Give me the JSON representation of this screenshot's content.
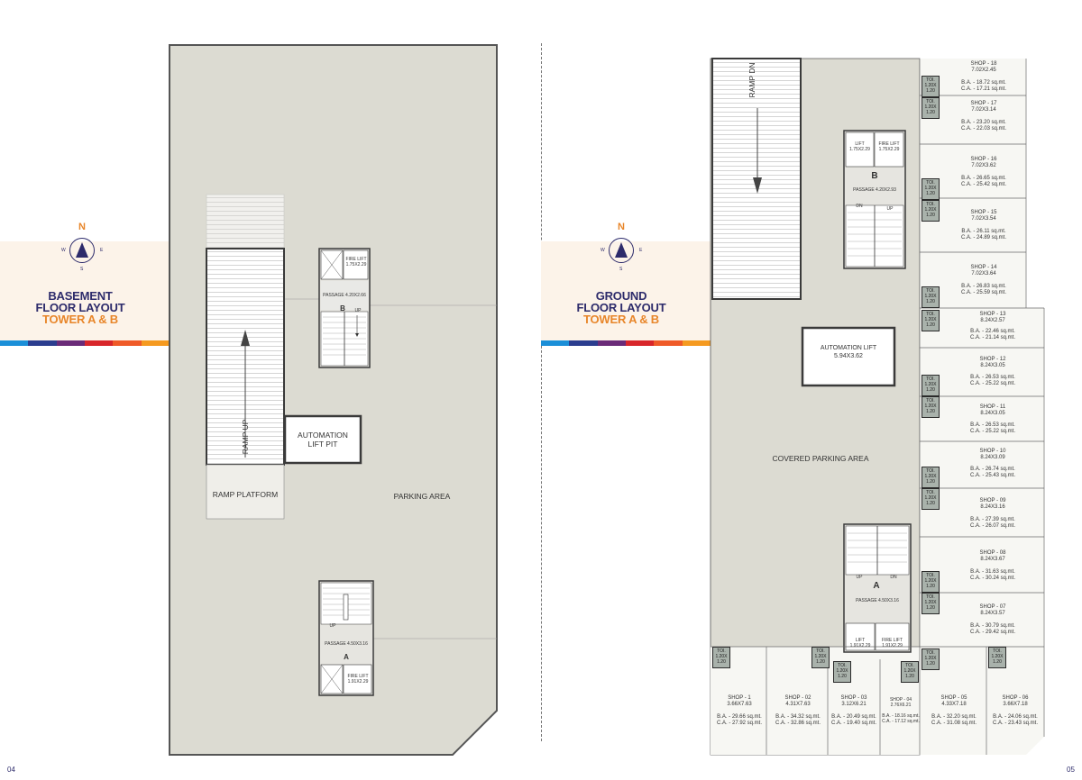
{
  "left_page": {
    "title_line1": "BASEMENT",
    "title_line2": "FLOOR LAYOUT",
    "title_line3": "TOWER A & B",
    "page_number": "04",
    "compass": {
      "n": "N",
      "w": "W",
      "e": "E",
      "s": "S"
    },
    "labels": {
      "fire_lift_b": "FIRE LIFT 1.75X2.29",
      "passage_b": "PASSAGE 4.20X2.66",
      "b": "B",
      "up_b": "UP",
      "ramp_up": "RAMP UP",
      "automation_lift_pit": "AUTOMATION LIFT PIT",
      "ramp_platform": "RAMP PLATFORM",
      "parking_area": "PARKING AREA",
      "up_a": "UP",
      "passage_a": "PASSAGE 4.50X3.16",
      "a": "A",
      "fire_lift_a": "FIRE LIFT 1.91X2.29"
    }
  },
  "right_page": {
    "title_line1": "GROUND",
    "title_line2": "FLOOR LAYOUT",
    "title_line3": "TOWER A & B",
    "page_number": "05",
    "compass": {
      "n": "N",
      "w": "W",
      "e": "E",
      "s": "S"
    },
    "labels": {
      "ramp_dn": "RAMP DN",
      "lift_b": "LIFT 1.75X2.29",
      "fire_lift_b": "FIRE LIFT 1.75X2.29",
      "b": "B",
      "passage_b": "PASSAGE 4.20X2.93",
      "dn_b": "DN",
      "up_b": "UP",
      "automation_lift": "AUTOMATION LIFT 5.94X3.62",
      "covered_parking": "COVERED PARKING AREA",
      "up_a": "UP",
      "dn_a": "DN",
      "a": "A",
      "passage_a": "PASSAGE 4.50X3.16",
      "lift_a": "LIFT 1.91X2.29",
      "fire_lift_a": "FIRE LIFT 1.91X2.29",
      "toilet": "TOI. 1.20X 1.20"
    },
    "shops_right": [
      {
        "name": "SHOP - 18",
        "size": "7.02X2.45",
        "ba": "B.A. - 18.72 sq.mt.",
        "ca": "C.A. - 17.21 sq.mt."
      },
      {
        "name": "SHOP - 17",
        "size": "7.02X3.14",
        "ba": "B.A. - 23.20 sq.mt.",
        "ca": "C.A. - 22.03 sq.mt."
      },
      {
        "name": "SHOP - 16",
        "size": "7.02X3.62",
        "ba": "B.A. - 26.65 sq.mt.",
        "ca": "C.A. - 25.42 sq.mt."
      },
      {
        "name": "SHOP - 15",
        "size": "7.02X3.54",
        "ba": "B.A. - 26.11 sq.mt.",
        "ca": "C.A. - 24.89 sq.mt."
      },
      {
        "name": "SHOP - 14",
        "size": "7.02X3.64",
        "ba": "B.A. - 26.83 sq.mt.",
        "ca": "C.A. - 25.59 sq.mt."
      },
      {
        "name": "SHOP - 13",
        "size": "8.24X2.57",
        "ba": "B.A. - 22.46 sq.mt.",
        "ca": "C.A. - 21.14 sq.mt."
      },
      {
        "name": "SHOP - 12",
        "size": "8.24X3.05",
        "ba": "B.A. - 26.53 sq.mt.",
        "ca": "C.A. - 25.22 sq.mt."
      },
      {
        "name": "SHOP - 11",
        "size": "8.24X3.05",
        "ba": "B.A. - 26.53 sq.mt.",
        "ca": "C.A. - 25.22 sq.mt."
      },
      {
        "name": "SHOP - 10",
        "size": "8.24X3.09",
        "ba": "B.A. - 26.74 sq.mt.",
        "ca": "C.A. - 25.43 sq.mt."
      },
      {
        "name": "SHOP - 09",
        "size": "8.24X3.16",
        "ba": "B.A. - 27.39 sq.mt.",
        "ca": "C.A. - 26.07 sq.mt."
      },
      {
        "name": "SHOP - 08",
        "size": "8.24X3.67",
        "ba": "B.A. - 31.63 sq.mt.",
        "ca": "C.A. - 30.24 sq.mt."
      },
      {
        "name": "SHOP - 07",
        "size": "8.24X3.57",
        "ba": "B.A. - 30.79 sq.mt.",
        "ca": "C.A. - 29.42 sq.mt."
      }
    ],
    "shops_bottom": [
      {
        "name": "SHOP - 1",
        "size": "3.66X7.63",
        "ba": "B.A. - 29.66 sq.mt.",
        "ca": "C.A. - 27.92 sq.mt."
      },
      {
        "name": "SHOP - 02",
        "size": "4.31X7.63",
        "ba": "B.A. - 34.32 sq.mt.",
        "ca": "C.A. - 32.86 sq.mt."
      },
      {
        "name": "SHOP - 03",
        "size": "3.12X6.21",
        "ba": "B.A. - 20.49 sq.mt.",
        "ca": "C.A. - 19.40 sq.mt."
      },
      {
        "name": "SHOP - 04",
        "size": "2.76X6.21",
        "ba": "B.A. - 18.16 sq.mt.",
        "ca": "C.A. - 17.12 sq.mt."
      },
      {
        "name": "SHOP - 05",
        "size": "4.33X7.18",
        "ba": "B.A. - 32.20 sq.mt.",
        "ca": "C.A. - 31.08 sq.mt."
      },
      {
        "name": "SHOP - 06",
        "size": "3.66X7.18",
        "ba": "B.A. - 24.06 sq.mt.",
        "ca": "C.A. - 23.43 sq.mt."
      }
    ]
  }
}
